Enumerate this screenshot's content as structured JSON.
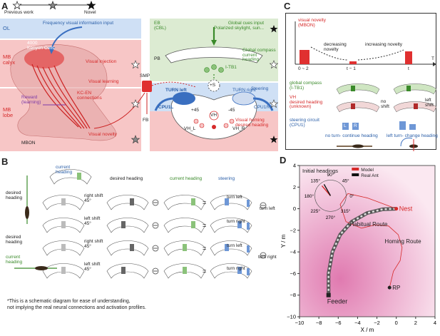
{
  "panel_letters": {
    "a": "A",
    "b": "B",
    "c": "C",
    "d": "D"
  },
  "colors": {
    "blue_band": "#cfe0f5",
    "red_band": "#f7c6c6",
    "green_band": "#dcebd2",
    "grey": "#8a8a8a",
    "red": "#d62a2a",
    "blue": "#3a6fc0",
    "green": "#8bc27a"
  },
  "panelA": {
    "legend": {
      "previous": "Previous work",
      "novel": "Novel"
    },
    "left_labels": {
      "ol": "OL",
      "mb_calyx": "MB\ncalyx",
      "mb_lobe": "MB\nlobe"
    },
    "center": {
      "kenyon": "4000\nKenyon Cells",
      "reward": "Reward\n(learning)",
      "kc_en": "KC-EN\nconnections",
      "mbon": "MBON",
      "smp": "SMP",
      "fb": "FB",
      "pb": "PB",
      "eb": "EB\n(CBL)"
    },
    "right_labels": {
      "freq": "Frequency visual information input",
      "injection": "Visual injection",
      "learning": "Visual learning",
      "novelty": "Visual novelty",
      "global_cues": "Global cues input\nPolarized skylight, sun...",
      "global_compass": "Global compass\ncurrent\nheading",
      "steering": "Steering",
      "homing": "Visual homing\ndesired heading"
    },
    "cx": {
      "i_tb1": "I-TB1",
      "plus_s": "+S",
      "turn_left": "TURN left",
      "turn_right": "TURN right",
      "cpu1l": "CPU1L",
      "cpu1r": "CPU1R",
      "vh": "VH",
      "vhl": "VH_L",
      "vhr": "VH_R",
      "p45a": "+45",
      "m45": "-45"
    }
  },
  "panelB": {
    "current_heading": "current\nheading",
    "desired_heading": "desired\nheading",
    "desired_heading_col": "desired heading",
    "current_heading_col": "current heading",
    "steering": "steering",
    "right_shift": "right shift\n45°",
    "left_shift": "left shift\n45°",
    "turn_left": "turn left",
    "turn_right": "turn right",
    "footnote": "*This is a schematic diagram for ease of understanding,\nnot implying the real neural connections and activation profiles."
  },
  "panelC": {
    "vn_label": "visual novelty\n(MBON)",
    "decreasing": "decreasing\nnovelty",
    "increasing": "increasing novelty",
    "ticks": [
      "0 ~ 2",
      "t − 1",
      "t"
    ],
    "T": "T",
    "gc_label": "global compass\n(I-TB1)",
    "vh_label": "VH\ndesired heading\n(unknown)",
    "sc_label": "steering circuit\n(CPU1)",
    "no_shift": "no\nshift",
    "left_shift": "left\nshift",
    "no_turn": "no turn- continue heading",
    "left_turn": "left turn- change heading",
    "L": "L",
    "R": "R"
  },
  "chart_data": {
    "type": "line",
    "title": "",
    "xlabel": "X / m",
    "ylabel": "Y / m",
    "xlim": [
      -10,
      4
    ],
    "ylim": [
      -10,
      4
    ],
    "xticks": [
      -10,
      -8,
      -6,
      -4,
      -2,
      0,
      2,
      4
    ],
    "yticks": [
      -10,
      -8,
      -6,
      -4,
      -2,
      0,
      2,
      4
    ],
    "legend_title": "Initial headings",
    "legend": [
      {
        "name": "Model",
        "color": "#d62a2a"
      },
      {
        "name": "Real Ant",
        "color": "#111111"
      }
    ],
    "compass_labels": [
      "90°",
      "45°",
      "0°",
      "315°",
      "270°",
      "225°",
      "180°",
      "135°"
    ],
    "annotations": {
      "nest": "Nest",
      "habitual": "Habitual Route",
      "homing": "Homing Route",
      "feeder": "Feeder",
      "rp": "RP"
    },
    "points": {
      "nest": [
        0,
        0
      ],
      "feeder": [
        -7,
        -8
      ],
      "rp": [
        -0.7,
        -7.3
      ]
    },
    "series": [
      {
        "name": "Habitual Route",
        "x": [
          -7,
          -7,
          -6.6,
          -5.8,
          -4.6,
          -3.0,
          -1.4,
          0
        ],
        "y": [
          -8,
          -6,
          -4,
          -2.4,
          -1.2,
          -0.4,
          -0.05,
          0
        ]
      },
      {
        "name": "Homing Route",
        "x": [
          -0.7,
          -0.3,
          0.4,
          0.6,
          0.2,
          -0.8,
          -2.2,
          -3.6,
          -5.2,
          -5.8,
          -5.0,
          -3.0,
          -1.2,
          0
        ],
        "y": [
          -7.3,
          -5.8,
          -4.8,
          -3.6,
          -2.4,
          -1.6,
          -1.5,
          -1.8,
          -1.2,
          0.4,
          1.4,
          1.0,
          0.4,
          0
        ]
      }
    ]
  }
}
